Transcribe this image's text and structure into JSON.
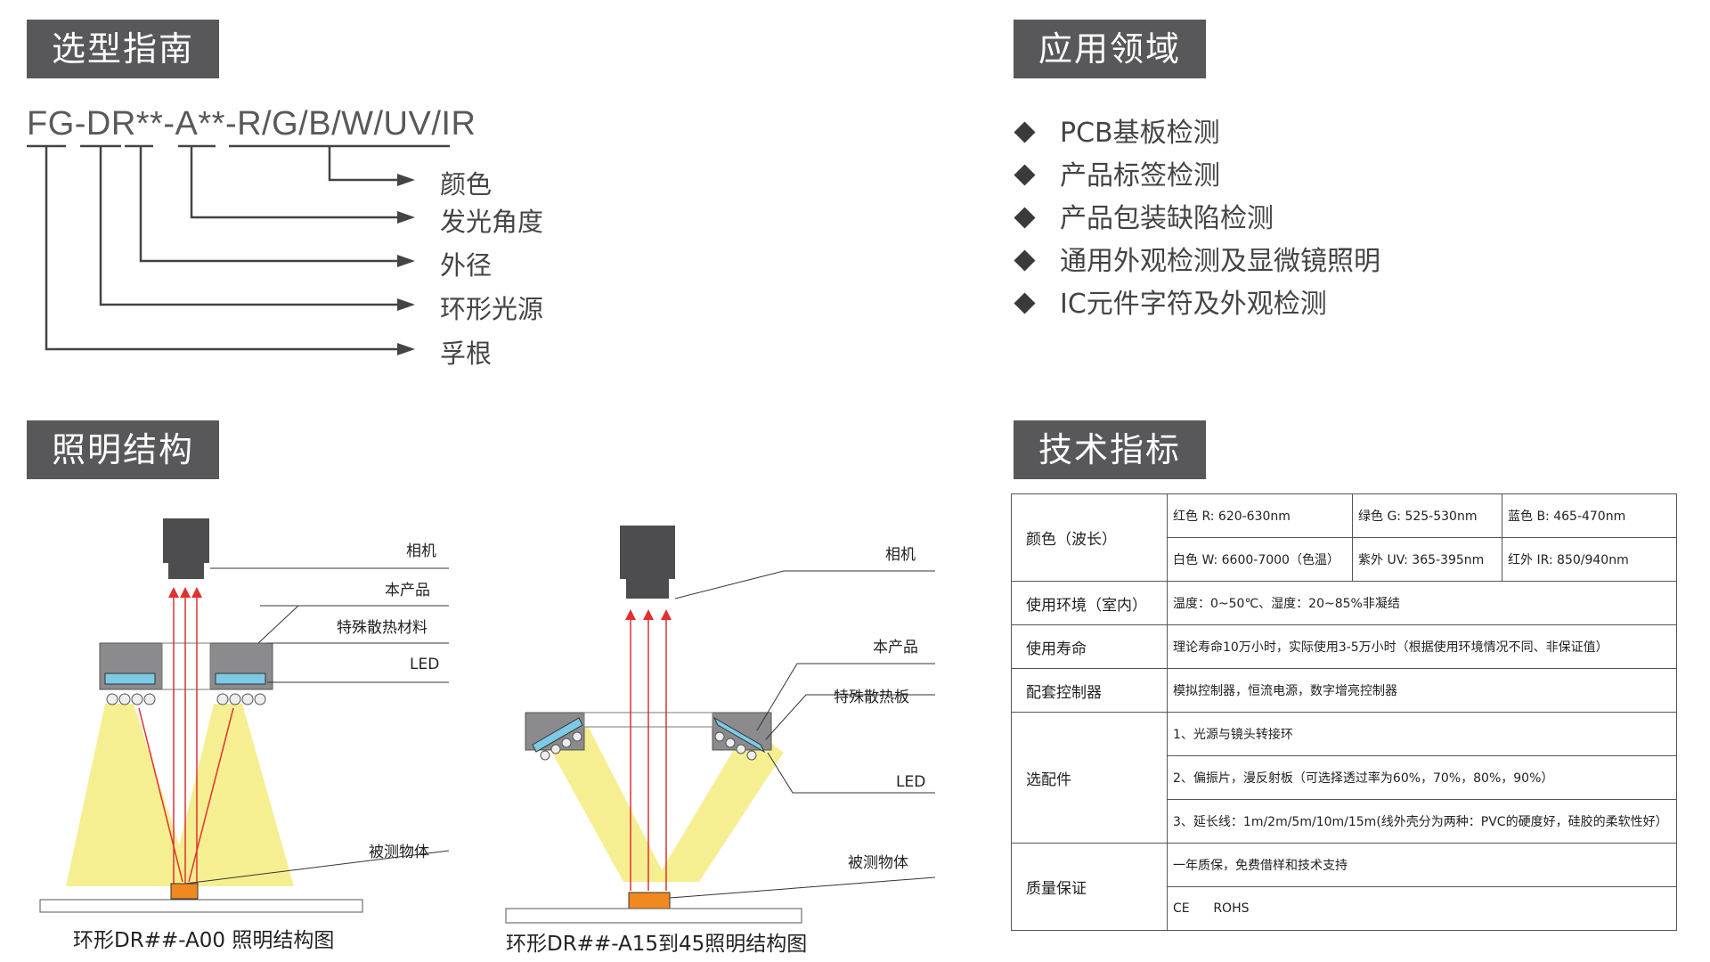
{
  "selection": {
    "title": "选型指南",
    "code": "FG-DR**-A**-R/G/B/W/UV/IR",
    "labels": [
      "颜色",
      "发光角度",
      "外径",
      "环形光源",
      "孚根"
    ]
  },
  "applications": {
    "title": "应用领域",
    "items": [
      "PCB基板检测",
      "产品标签检测",
      "产品包装缺陷检测",
      "通用外观检测及显微镜照明",
      "IC元件字符及外观检测"
    ]
  },
  "structure": {
    "title": "照明结构",
    "left": {
      "labels": [
        "相机",
        "本产品",
        "特殊散热材料",
        "LED",
        "被测物体"
      ],
      "caption": "环形DR##-A00 照明结构图"
    },
    "right": {
      "labels": [
        "相机",
        "本产品",
        "特殊散热板",
        "LED",
        "被测物体"
      ],
      "caption": "环形DR##-A15到45照明结构图"
    }
  },
  "specs": {
    "title": "技术指标",
    "rows": {
      "color": {
        "label": "颜色（波长）",
        "cells": [
          "红色 R: 620-630nm",
          "绿色 G: 525-530nm",
          "蓝色 B: 465-470nm",
          "白色 W: 6600-7000（色温）",
          "紫外 UV: 365-395nm",
          "红外 IR: 850/940nm"
        ]
      },
      "env": {
        "label": "使用环境（室内）",
        "value": "温度：0~50℃、湿度：20~85%非凝结"
      },
      "life": {
        "label": "使用寿命",
        "value": "理论寿命10万小时，实际使用3-5万小时（根据使用环境情况不同、非保证值）"
      },
      "controller": {
        "label": "配套控制器",
        "value": "模拟控制器，恒流电源，数字增亮控制器"
      },
      "options": {
        "label": "选配件",
        "items": [
          "1、光源与镜头转接环",
          "2、偏振片，漫反射板（可选择透过率为60%，70%，80%，90%）",
          "3、延长线：1m/2m/5m/10m/15m(线外壳分为两种：PVC的硬度好，硅胶的柔软性好）"
        ]
      },
      "quality": {
        "label": "质量保证",
        "items": [
          "一年质保，免费借样和技术支持",
          "CE      ROHS"
        ]
      }
    }
  },
  "colors": {
    "header_bg": "#58585a",
    "light_beam": "#f5ee8c",
    "ray": "#e03030",
    "object": "#f08a20",
    "led": "#7ec9e6"
  }
}
